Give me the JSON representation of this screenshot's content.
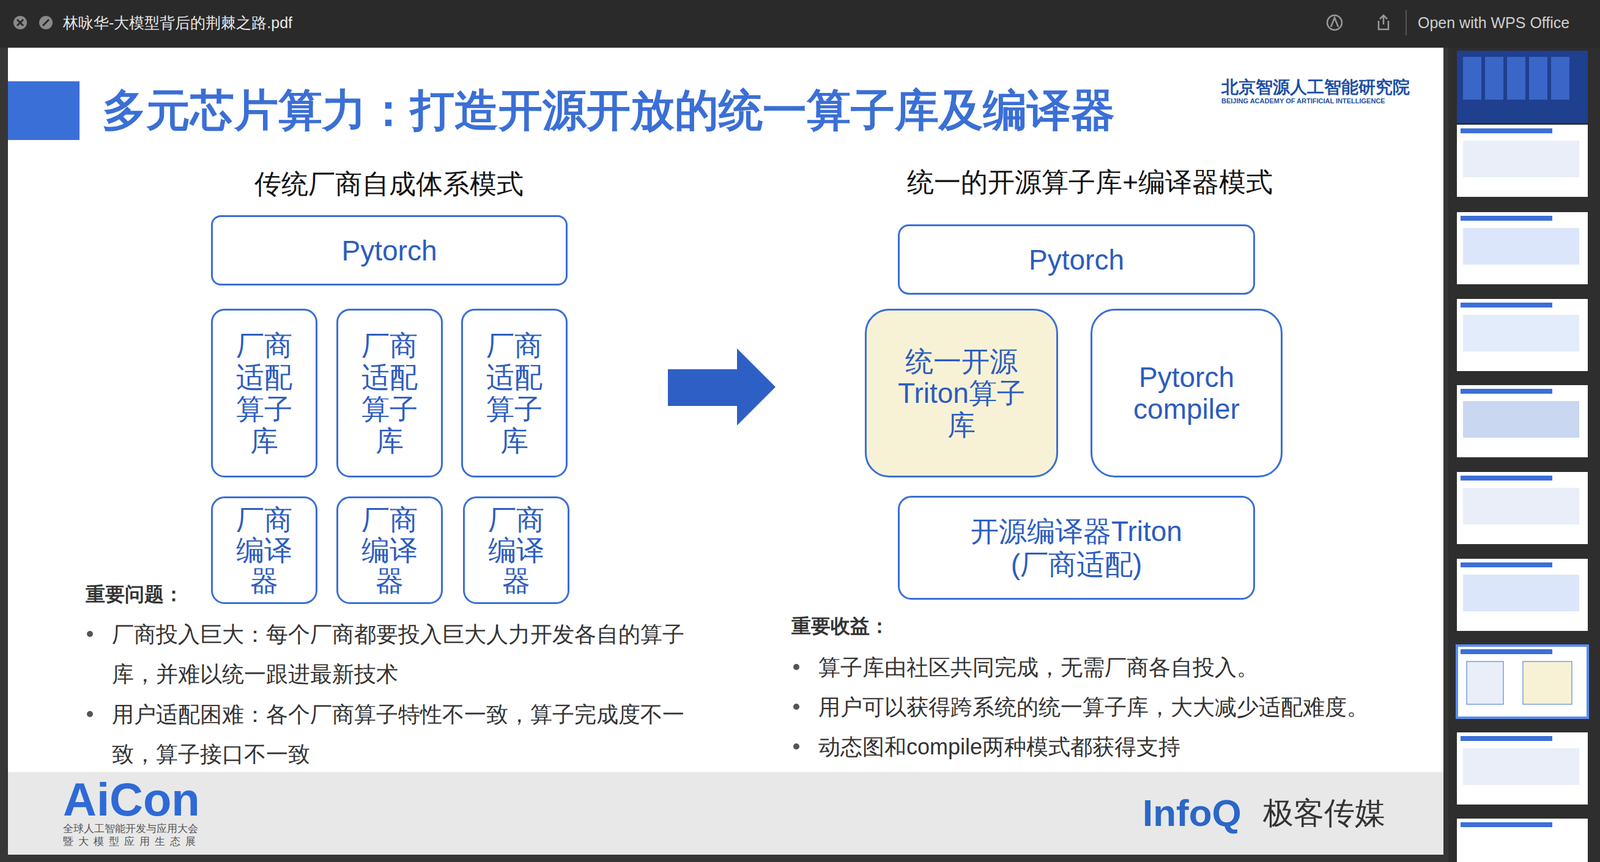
{
  "diagram": {
    "title": "多元芯片算力：打造开源开放的统一算子库及编译器",
    "nodes": [
      {
        "text": [
          "Pytorch"
        ]
      },
      {
        "text": [
          "厂商适配算子库"
        ]
      },
      {
        "text": [
          "厂商适配算子库"
        ]
      },
      {
        "text": [
          "厂商适配算子库"
        ]
      },
      {
        "text": [
          "厂商编译器"
        ]
      },
      {
        "text": [
          "厂商编译器"
        ]
      },
      {
        "text": [
          "厂商编译器"
        ]
      },
      {
        "text": [
          "Pytorch"
        ]
      },
      {
        "text": [
          "统一开源Triton算子库"
        ]
      },
      {
        "text": [
          "Pytorch compiler"
        ]
      },
      {
        "text": [
          "开源编译器Triton (厂商适配)"
        ]
      }
    ],
    "labels": [
      "林咏华-大模型背后的荆棘之路.pdf",
      "Open with WPS Office",
      "北京智源人工智能研究院",
      "BEIJING ACADEMY OF ARTIFICIAL INTELLIGENCE",
      "传统厂商自成体系模式",
      "统一的开源算子库+编译器模式",
      "重要问题：",
      "厂商投入巨大：每个厂商都要投入巨大人力开发各自的算子库，并难以统一跟进最新技术",
      "用户适配困难：各个厂商算子特性不一致，算子完成度不一致，算子接口不一致",
      "重要收益：",
      "算子库由社区共同完成，无需厂商各自投入。",
      "用户可以获得跨系统的统一算子库，大大减少适配难度。",
      "动态图和compile两种模式都获得支持",
      "AiCon",
      "全球人工智能开发与应用大会",
      "暨大模型应用生态展",
      "InfoQ",
      "极客传媒"
    ]
  }
}
